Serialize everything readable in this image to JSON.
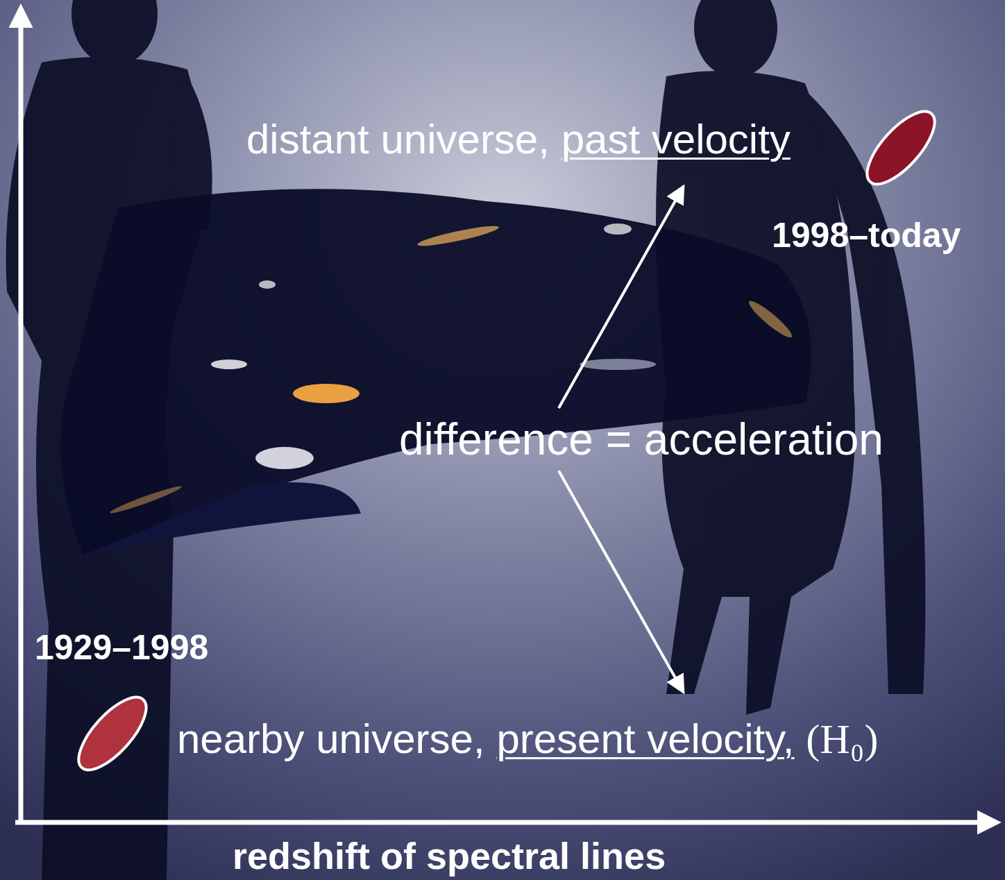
{
  "diagram": {
    "nodes": [
      {
        "text": [
          "distant universe,",
          "past velocity"
        ]
      },
      {
        "text": [
          "difference = acceleration"
        ]
      },
      {
        "text": [
          "nearby universe,",
          "present velocity,",
          "(H₀)"
        ]
      }
    ],
    "edges": [
      {
        "from": 1,
        "to": 0,
        "arrow": "to"
      },
      {
        "from": 1,
        "to": 2,
        "arrow": "to"
      }
    ],
    "labels": [
      "1998–today",
      "1929–1998",
      "redshift of spectral lines"
    ]
  }
}
